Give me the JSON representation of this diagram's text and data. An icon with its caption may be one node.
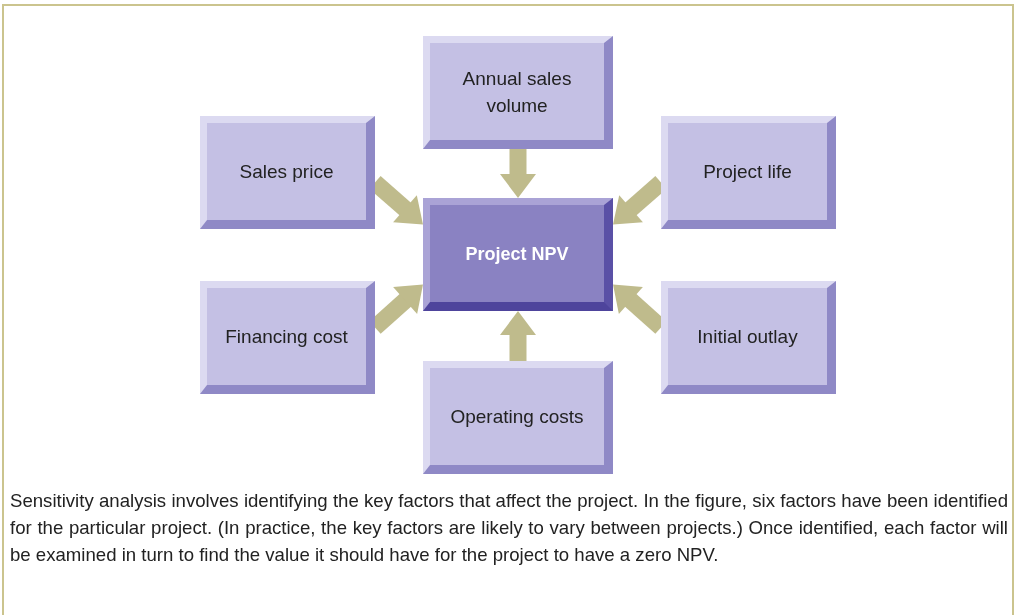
{
  "diagram": {
    "caption": "Sensitivity analysis involves identifying the key factors that affect the project. In the figure, six factors have been identified for the particular project. (In practice, the key factors are likely to vary between projects.) Once identified, each factor will be examined in turn to find the value it should have for the project to have a zero NPV.",
    "nodes": [
      {
        "text": [
          "Annual sales volume"
        ]
      },
      {
        "text": [
          "Sales price"
        ]
      },
      {
        "text": [
          "Project life"
        ]
      },
      {
        "text": [
          "Project NPV"
        ]
      },
      {
        "text": [
          "Financing cost"
        ]
      },
      {
        "text": [
          "Initial outlay"
        ]
      },
      {
        "text": [
          "Operating costs"
        ]
      }
    ],
    "edges": [
      {
        "from": 0,
        "to": 3,
        "arrow": "to"
      },
      {
        "from": 1,
        "to": 3,
        "arrow": "to"
      },
      {
        "from": 2,
        "to": 3,
        "arrow": "to"
      },
      {
        "from": 4,
        "to": 3,
        "arrow": "to"
      },
      {
        "from": 5,
        "to": 3,
        "arrow": "to"
      },
      {
        "from": 6,
        "to": 3,
        "arrow": "to"
      }
    ]
  }
}
